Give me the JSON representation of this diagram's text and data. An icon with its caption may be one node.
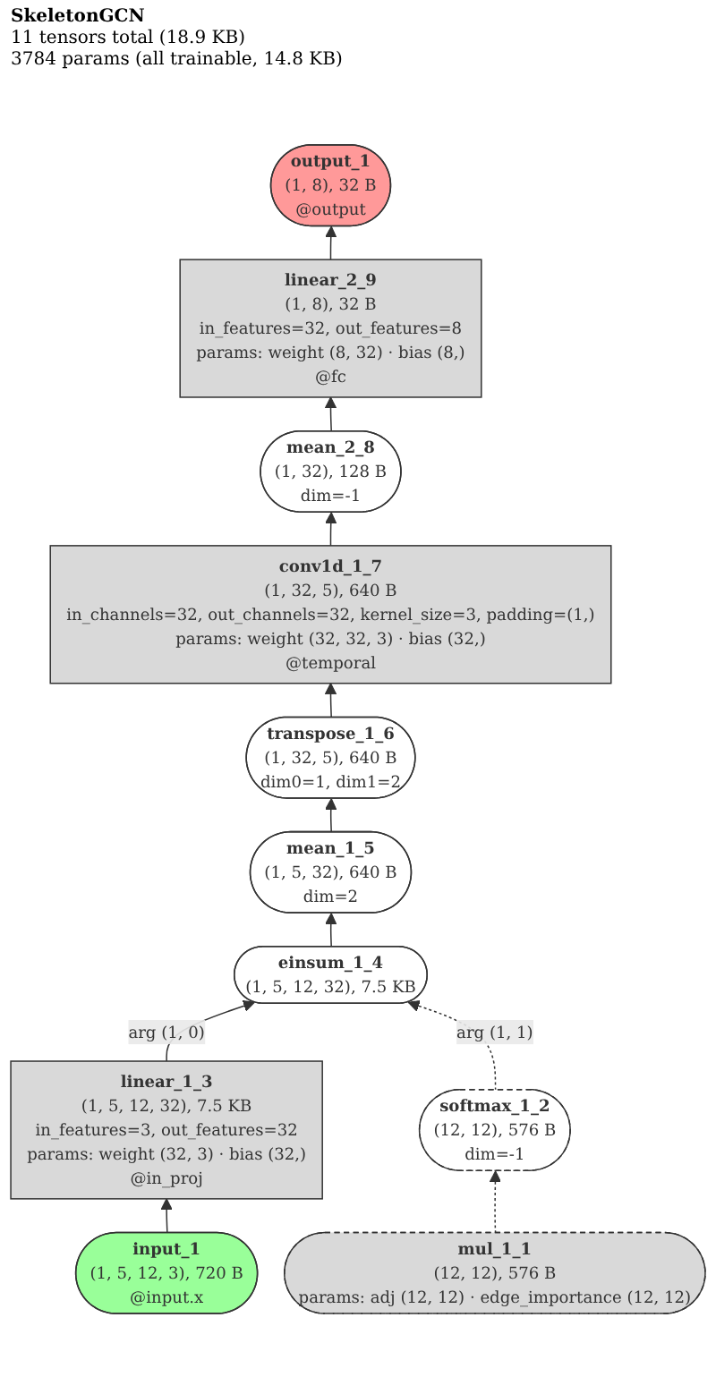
{
  "diagram": {
    "title": "SkeletonGCN",
    "nodes": [
      {
        "text": [
          "output_1",
          "(1, 8), 32 B",
          "@output"
        ]
      },
      {
        "text": [
          "linear_2_9",
          "(1, 8), 32 B",
          "in_features=32, out_features=8",
          "params: weight (8, 32) · bias (8,)",
          "@fc"
        ]
      },
      {
        "text": [
          "mean_2_8",
          "(1, 32), 128 B",
          "dim=-1"
        ]
      },
      {
        "text": [
          "conv1d_1_7",
          "(1, 32, 5), 640 B",
          "in_channels=32, out_channels=32, kernel_size=3, padding=(1,)",
          "params: weight (32, 32, 3) · bias (32,)",
          "@temporal"
        ]
      },
      {
        "text": [
          "transpose_1_6",
          "(1, 32, 5), 640 B",
          "dim0=1, dim1=2"
        ]
      },
      {
        "text": [
          "mean_1_5",
          "(1, 5, 32), 640 B",
          "dim=2"
        ]
      },
      {
        "text": [
          "einsum_1_4",
          "(1, 5, 12, 32), 7.5 KB"
        ]
      },
      {
        "text": [
          "linear_1_3",
          "(1, 5, 12, 32), 7.5 KB",
          "in_features=3, out_features=32",
          "params: weight (32, 3) · bias (32,)",
          "@in_proj"
        ]
      },
      {
        "text": [
          "softmax_1_2",
          "(12, 12), 576 B",
          "dim=-1"
        ]
      },
      {
        "text": [
          "input_1",
          "(1, 5, 12, 3), 720 B",
          "@input.x"
        ]
      },
      {
        "text": [
          "mul_1_1",
          "(12, 12), 576 B",
          "params: adj (12, 12) · edge_importance (12, 12)"
        ]
      }
    ],
    "edges": [
      {
        "from": 9,
        "to": 7,
        "arrow": "to"
      },
      {
        "from": 7,
        "to": 6,
        "arrow": "to",
        "label": "arg (1, 0)"
      },
      {
        "from": 10,
        "to": 8,
        "arrow": "to",
        "style": "dashed"
      },
      {
        "from": 8,
        "to": 6,
        "arrow": "to",
        "label": "arg (1, 1)",
        "style": "dashed"
      },
      {
        "from": 6,
        "to": 5,
        "arrow": "to"
      },
      {
        "from": 5,
        "to": 4,
        "arrow": "to"
      },
      {
        "from": 4,
        "to": 3,
        "arrow": "to"
      },
      {
        "from": 3,
        "to": 2,
        "arrow": "to"
      },
      {
        "from": 2,
        "to": 1,
        "arrow": "to"
      },
      {
        "from": 1,
        "to": 0,
        "arrow": "to"
      }
    ],
    "labels": [
      "11 tensors total (18.9 KB)",
      "3784 params (all trainable, 14.8 KB)"
    ]
  }
}
